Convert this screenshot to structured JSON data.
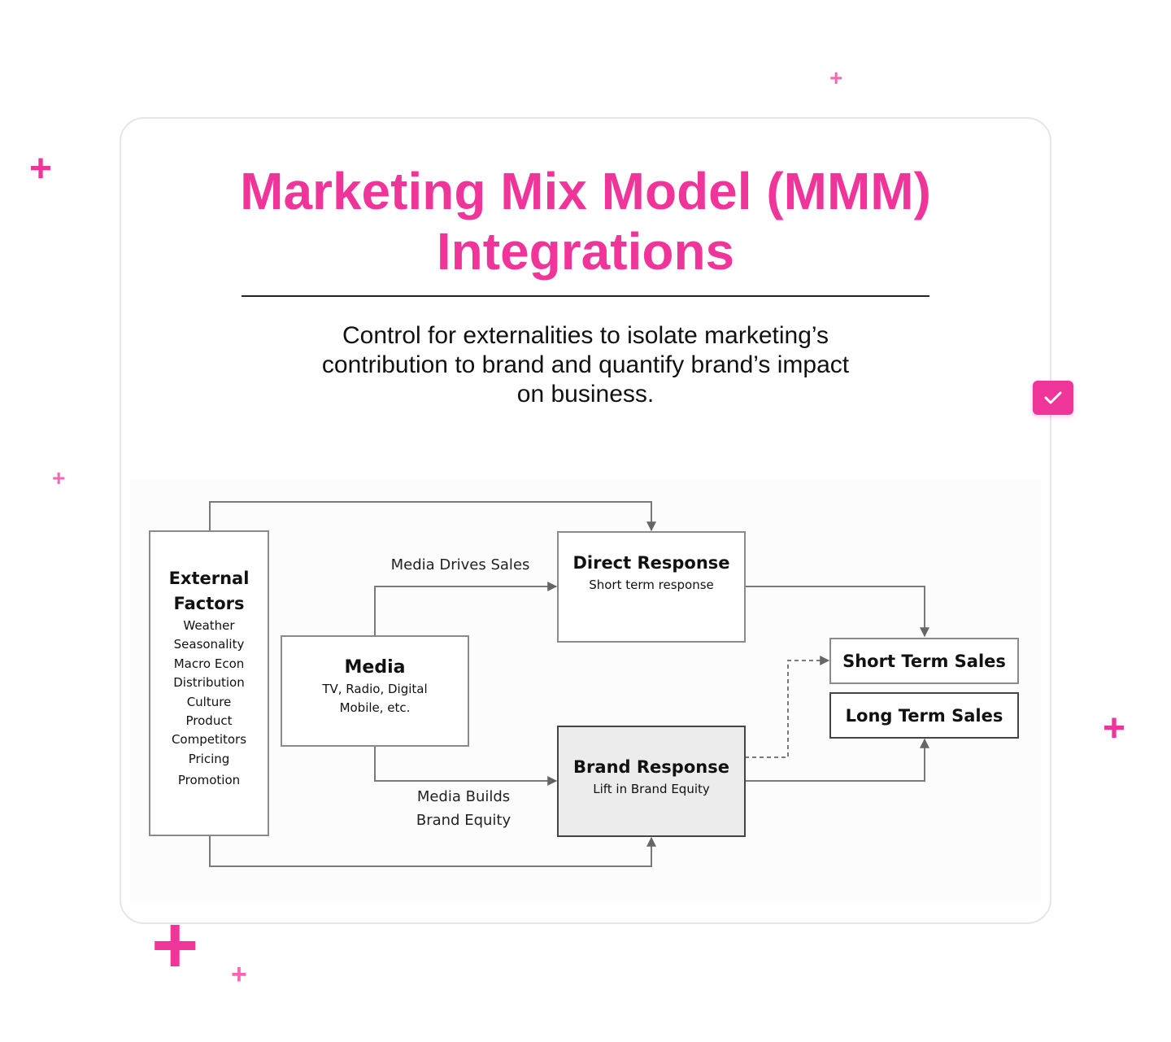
{
  "title": {
    "line1": "Marketing Mix Model (MMM)",
    "line2": "Integrations"
  },
  "subtitle": {
    "line1": "Control for externalities to isolate marketing’s",
    "line2": "contribution to brand and quantify brand’s impact",
    "line3": "on business."
  },
  "decorations": {
    "plus_glyph": "+",
    "check_icon": "check-icon",
    "accent_color": "#f0359a"
  },
  "diagram": {
    "external_factors": {
      "title_line1": "External",
      "title_line2": "Factors",
      "items": [
        "Weather",
        "Seasonality",
        "Macro Econ",
        "Distribution",
        "Culture",
        "Product",
        "Competitors",
        "Pricing",
        "Promotion"
      ]
    },
    "media": {
      "title": "Media",
      "sub_line1": "TV, Radio, Digital",
      "sub_line2": "Mobile, etc."
    },
    "direct_response": {
      "title": "Direct Response",
      "sub": "Short term response"
    },
    "brand_response": {
      "title": "Brand Response",
      "sub": "Lift in Brand Equity"
    },
    "short_term_sales": {
      "title": "Short Term Sales"
    },
    "long_term_sales": {
      "title": "Long Term Sales"
    },
    "edges": {
      "media_drives_sales": "Media Drives Sales",
      "media_builds_line1": "Media Builds",
      "media_builds_line2": "Brand Equity"
    }
  }
}
